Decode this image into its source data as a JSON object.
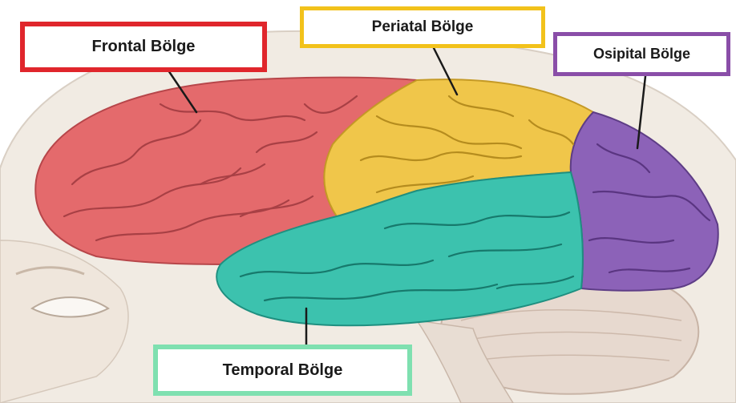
{
  "labels": {
    "frontal": "Frontal Bölge",
    "parietal": "Periatal Bölge",
    "occipital": "Osipital Bölge",
    "temporal": "Temporal Bölge"
  },
  "colors": {
    "frontal_lobe": "#e46a6c",
    "parietal_lobe": "#f0c64a",
    "occipital_lobe": "#8c62b8",
    "temporal_lobe": "#3cc2ae",
    "frontal_border": "#e0262c",
    "parietal_border": "#f2c21b",
    "occipital_border": "#8a4ea8",
    "temporal_border": "#7fe0b0",
    "head_skin": "#f1ebe3",
    "cerebellum": "#e7d9cf"
  }
}
